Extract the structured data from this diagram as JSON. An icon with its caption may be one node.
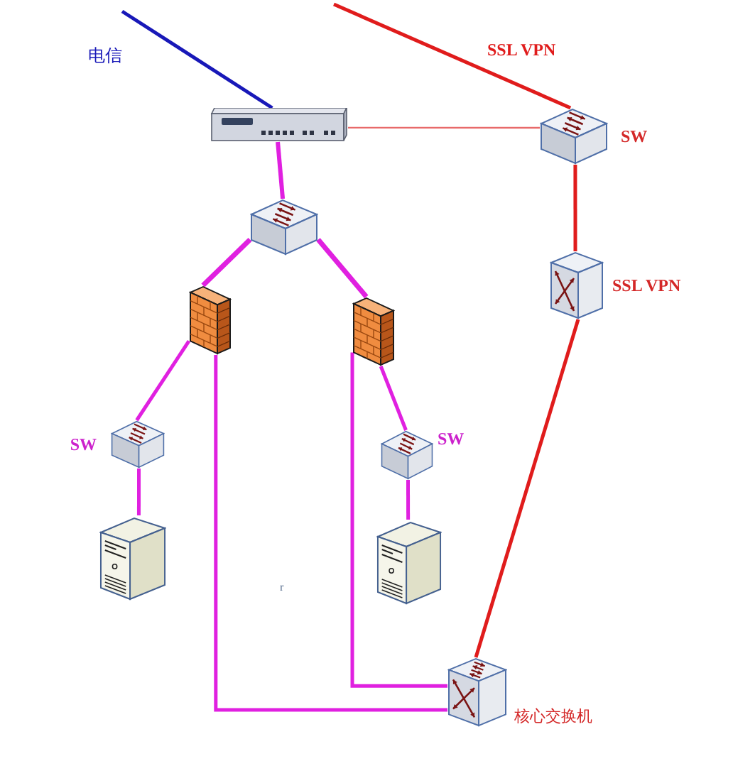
{
  "diagram": {
    "nodes": [
      {
        "text": [],
        "shape": "picture"
      },
      {
        "text": [
          "SW"
        ]
      },
      {
        "text": [],
        "shape": "picture"
      },
      {
        "text": [
          "SSL VPN"
        ]
      },
      {
        "text": [],
        "shape": "picture"
      },
      {
        "text": [],
        "shape": "picture"
      },
      {
        "text": [
          "SW"
        ]
      },
      {
        "text": [
          "SW"
        ]
      },
      {
        "text": [],
        "shape": "picture"
      },
      {
        "text": [],
        "shape": "picture"
      },
      {
        "text": [
          "核心交换机"
        ]
      }
    ],
    "edges": [
      {
        "from": null,
        "to": 0,
        "arrow": "none",
        "label": "电信",
        "color": "#1818b8"
      },
      {
        "from": null,
        "to": 1,
        "arrow": "none",
        "label": "SSL VPN",
        "color": "#e01c1c"
      },
      {
        "from": 0,
        "to": 1,
        "arrow": "none",
        "color": "#e86a6a"
      },
      {
        "from": 1,
        "to": 3,
        "arrow": "none",
        "color": "#e01c1c"
      },
      {
        "from": 0,
        "to": 2,
        "arrow": "none"
      },
      {
        "from": 2,
        "to": 4,
        "arrow": "none"
      },
      {
        "from": 2,
        "to": 5,
        "arrow": "none"
      },
      {
        "from": 4,
        "to": 6,
        "arrow": "none"
      },
      {
        "from": 5,
        "to": 7,
        "arrow": "none"
      },
      {
        "from": 6,
        "to": 8,
        "arrow": "none"
      },
      {
        "from": 7,
        "to": 9,
        "arrow": "none"
      },
      {
        "from": 4,
        "to": 10,
        "arrow": "none"
      },
      {
        "from": 5,
        "to": 10,
        "arrow": "none"
      },
      {
        "from": 3,
        "to": 10,
        "arrow": "none",
        "color": "#e01c1c"
      }
    ],
    "labels": [
      "r"
    ]
  }
}
